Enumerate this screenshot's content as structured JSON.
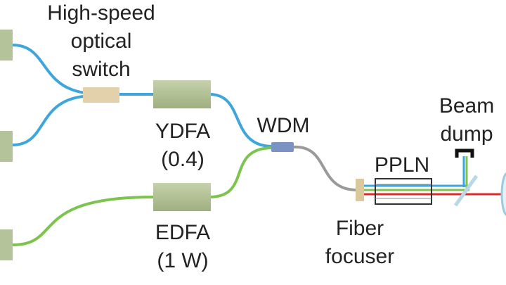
{
  "labels": {
    "switch": [
      "High-speed",
      "optical",
      "switch"
    ],
    "ydfa": [
      "YDFA",
      "(0.4)"
    ],
    "edfa": [
      "EDFA",
      "(1 W)"
    ],
    "wdm": "WDM",
    "fiber_focuser": [
      "Fiber",
      "focuser"
    ],
    "ppln": "PPLN",
    "beam_dump": [
      "Beam",
      "dump"
    ]
  },
  "colors": {
    "fiber_blue": "#3ea6dc",
    "fiber_green": "#7cc44e",
    "fiber_gray": "#9a9a9a",
    "amplifier": "#b5c39a",
    "switch": "#e2d1aa",
    "wdm": "#7b93c2",
    "focuser": "#d9c99b",
    "beam_red": "#e02a2a",
    "beam_dump": "#111111"
  }
}
